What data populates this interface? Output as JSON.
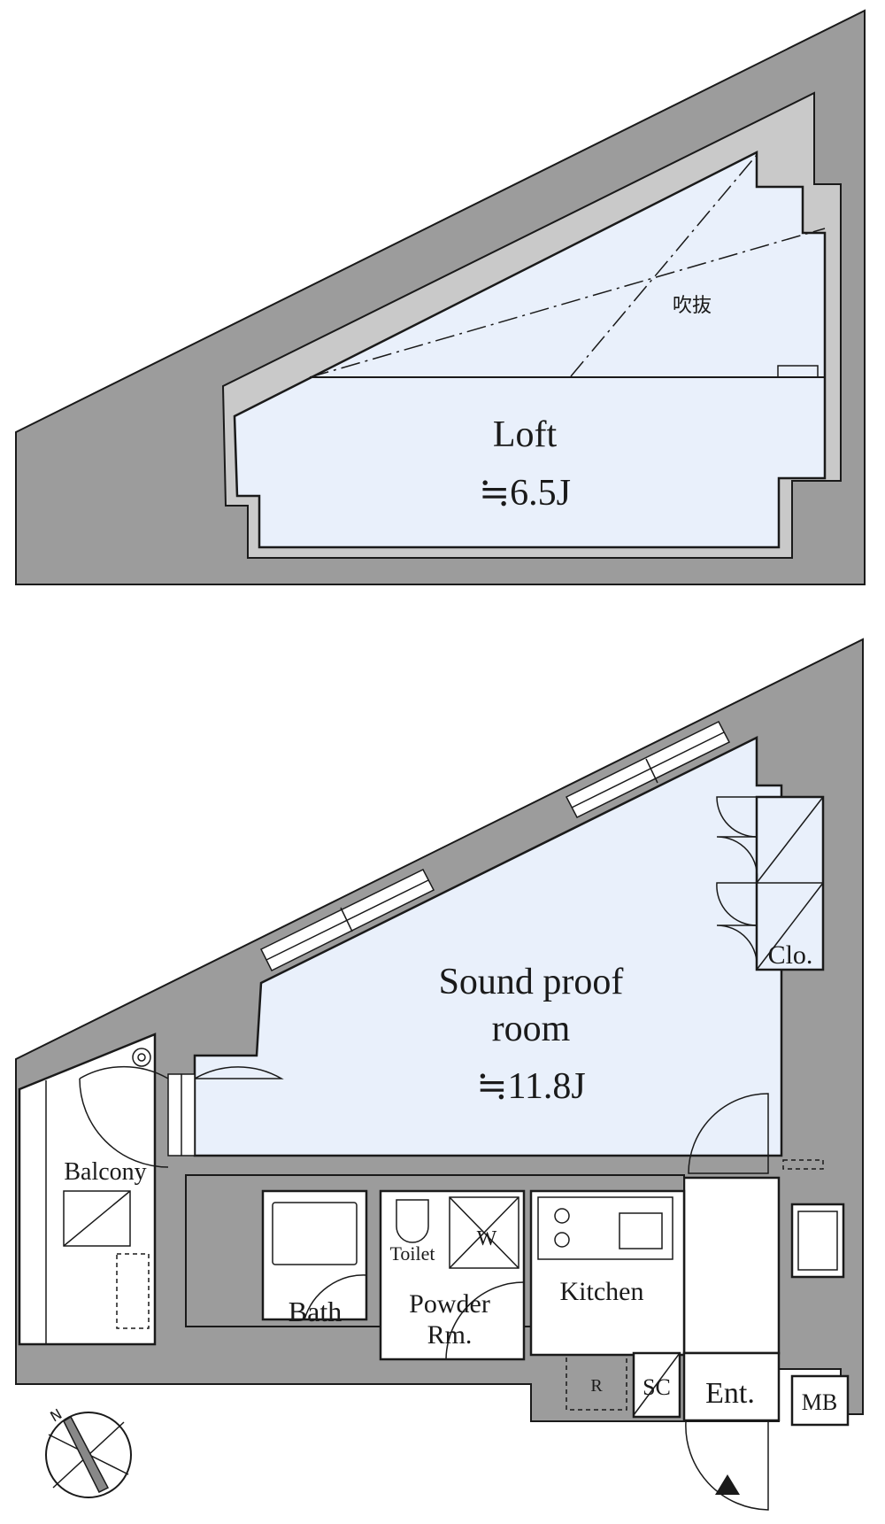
{
  "loft": {
    "name": "Loft",
    "area": "≒6.5J",
    "void_label": "吹抜"
  },
  "main": {
    "room_line1": "Sound proof",
    "room_line2": "room",
    "room_area": "≒11.8J",
    "closet": "Clo.",
    "balcony": "Balcony",
    "toilet": "Toilet",
    "washer": "W",
    "powder_line1": "Powder",
    "powder_line2": "Rm.",
    "bath": "Bath",
    "kitchen": "Kitchen",
    "refrigerator": "R",
    "shoe_closet": "SC",
    "entrance": "Ent.",
    "meter_box": "MB"
  },
  "compass": {
    "north": "N"
  },
  "colors": {
    "wall": "#9c9c9c",
    "room_fill": "#e9f0fb",
    "loft_band": "#c9c9c9"
  }
}
